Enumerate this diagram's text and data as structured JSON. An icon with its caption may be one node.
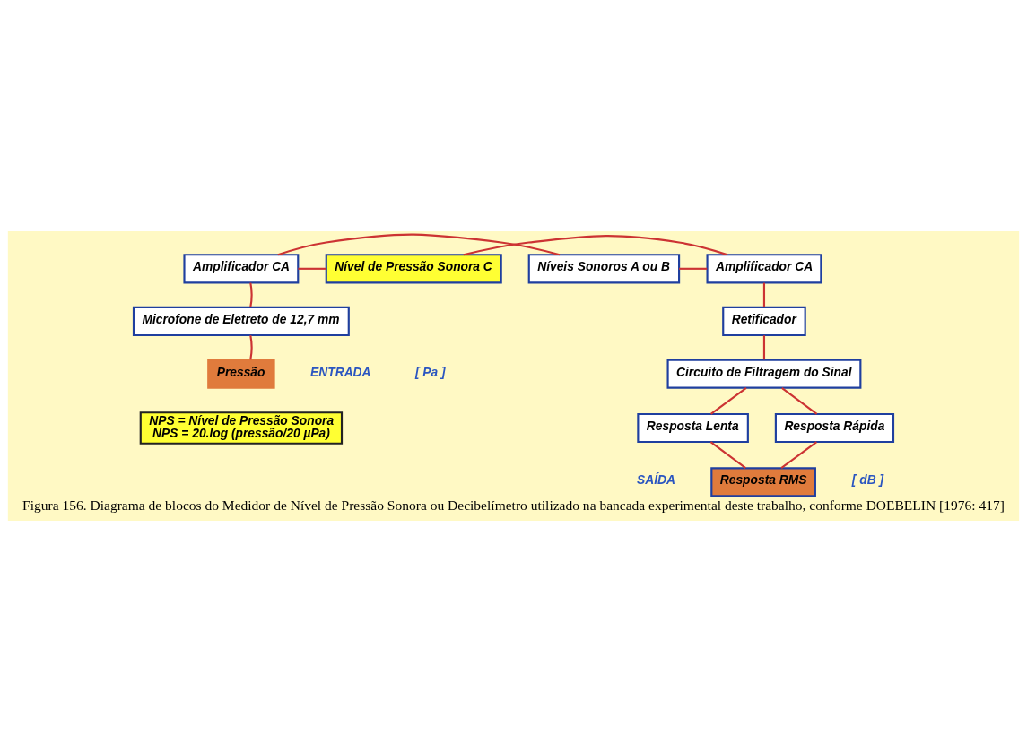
{
  "diagram": {
    "caption": "Figura 156. Diagrama de blocos do Medidor de Nível de Pressão Sonora ou Decibelímetro utilizado na bancada experimental deste trabalho, conforme DOEBELIN [1976: 417]",
    "nodes": [
      {
        "text": [
          "Pressão"
        ],
        "beside": [
          "ENTRADA",
          "[ Pa ]"
        ]
      },
      {
        "text": [
          "Microfone de Eletreto de 12,7 mm"
        ]
      },
      {
        "text": [
          "Amplificador CA"
        ]
      },
      {
        "text": [
          "Níveis Sonoros A ou B"
        ]
      },
      {
        "text": [
          "Nível de Pressão Sonora C"
        ]
      },
      {
        "text": [
          "Amplificador CA"
        ]
      },
      {
        "text": [
          "Retificador"
        ]
      },
      {
        "text": [
          "Circuito de Filtragem do Sinal"
        ]
      },
      {
        "text": [
          "Resposta Rápida"
        ]
      },
      {
        "text": [
          "Resposta Lenta"
        ]
      },
      {
        "text": [
          "Resposta RMS"
        ],
        "beside": [
          "SAÍDA",
          "[ dB ]"
        ]
      },
      {
        "text": [
          "NPS = Nível de Pressão Sonora",
          "NPS = 20.log (pressão/20 µPa)"
        ]
      }
    ],
    "edges": [
      {
        "from": 0,
        "to": 1,
        "arrow": "none"
      },
      {
        "from": 1,
        "to": 2,
        "arrow": "none"
      },
      {
        "from": 2,
        "to": 3,
        "arrow": "none"
      },
      {
        "from": 2,
        "to": 4,
        "arrow": "none"
      },
      {
        "from": 3,
        "to": 5,
        "arrow": "none"
      },
      {
        "from": 4,
        "to": 5,
        "arrow": "none"
      },
      {
        "from": 5,
        "to": 6,
        "arrow": "none"
      },
      {
        "from": 6,
        "to": 7,
        "arrow": "none"
      },
      {
        "from": 7,
        "to": 8,
        "arrow": "none"
      },
      {
        "from": 7,
        "to": 9,
        "arrow": "none"
      },
      {
        "from": 8,
        "to": 10,
        "arrow": "none"
      },
      {
        "from": 9,
        "to": 10,
        "arrow": "none"
      }
    ]
  }
}
